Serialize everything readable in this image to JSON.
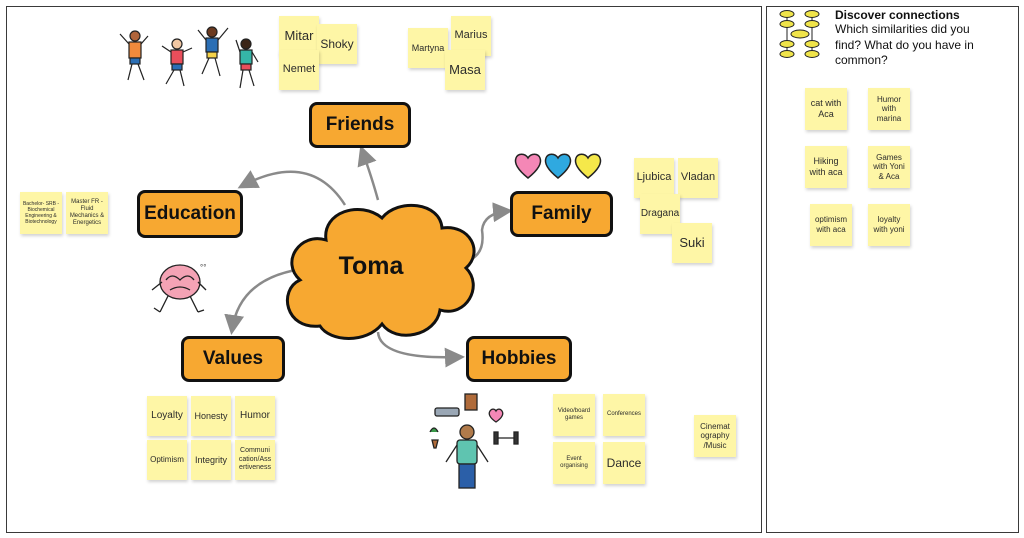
{
  "center": {
    "label": "Toma"
  },
  "topics": {
    "friends": "Friends",
    "family": "Family",
    "education": "Education",
    "values": "Values",
    "hobbies": "Hobbies"
  },
  "friends_notes": [
    "Mitar",
    "Shoky",
    "Nemet",
    "Martyna",
    "Marius",
    "Masa"
  ],
  "family_notes": [
    "Ljubica",
    "Vladan",
    "Dragana",
    "Suki"
  ],
  "education_notes": [
    "Bachelor- SRB - Biochemical Engineering & Biotechnology",
    "Master FR - Fluid Mechanics & Energetics"
  ],
  "values_notes": [
    "Loyalty",
    "Honesty",
    "Humor",
    "Optimism",
    "Integrity",
    "Communi cation/Ass ertiveness"
  ],
  "hobbies_notes": [
    "Video/board games",
    "Conferences",
    "Event organising",
    "Dance",
    "Cinemat ography /Music"
  ],
  "panel": {
    "title": "Discover connections",
    "description": "Which similarities did you find? What do you have in common?",
    "notes": [
      "cat with Aca",
      "Humor with marina",
      "Hiking with aca",
      "Games with Yoni & Aca",
      "optimism with aca",
      "loyalty with yoni"
    ]
  },
  "colors": {
    "sticky": "#fef6a6",
    "topic": "#f7a831",
    "cloud": "#f7a831",
    "arrow": "#8a8a8a"
  },
  "icons": [
    "dancing-people-icon",
    "hearts-icon",
    "brain-running-icon",
    "person-with-hobbies-icon",
    "mind-map-icon"
  ]
}
